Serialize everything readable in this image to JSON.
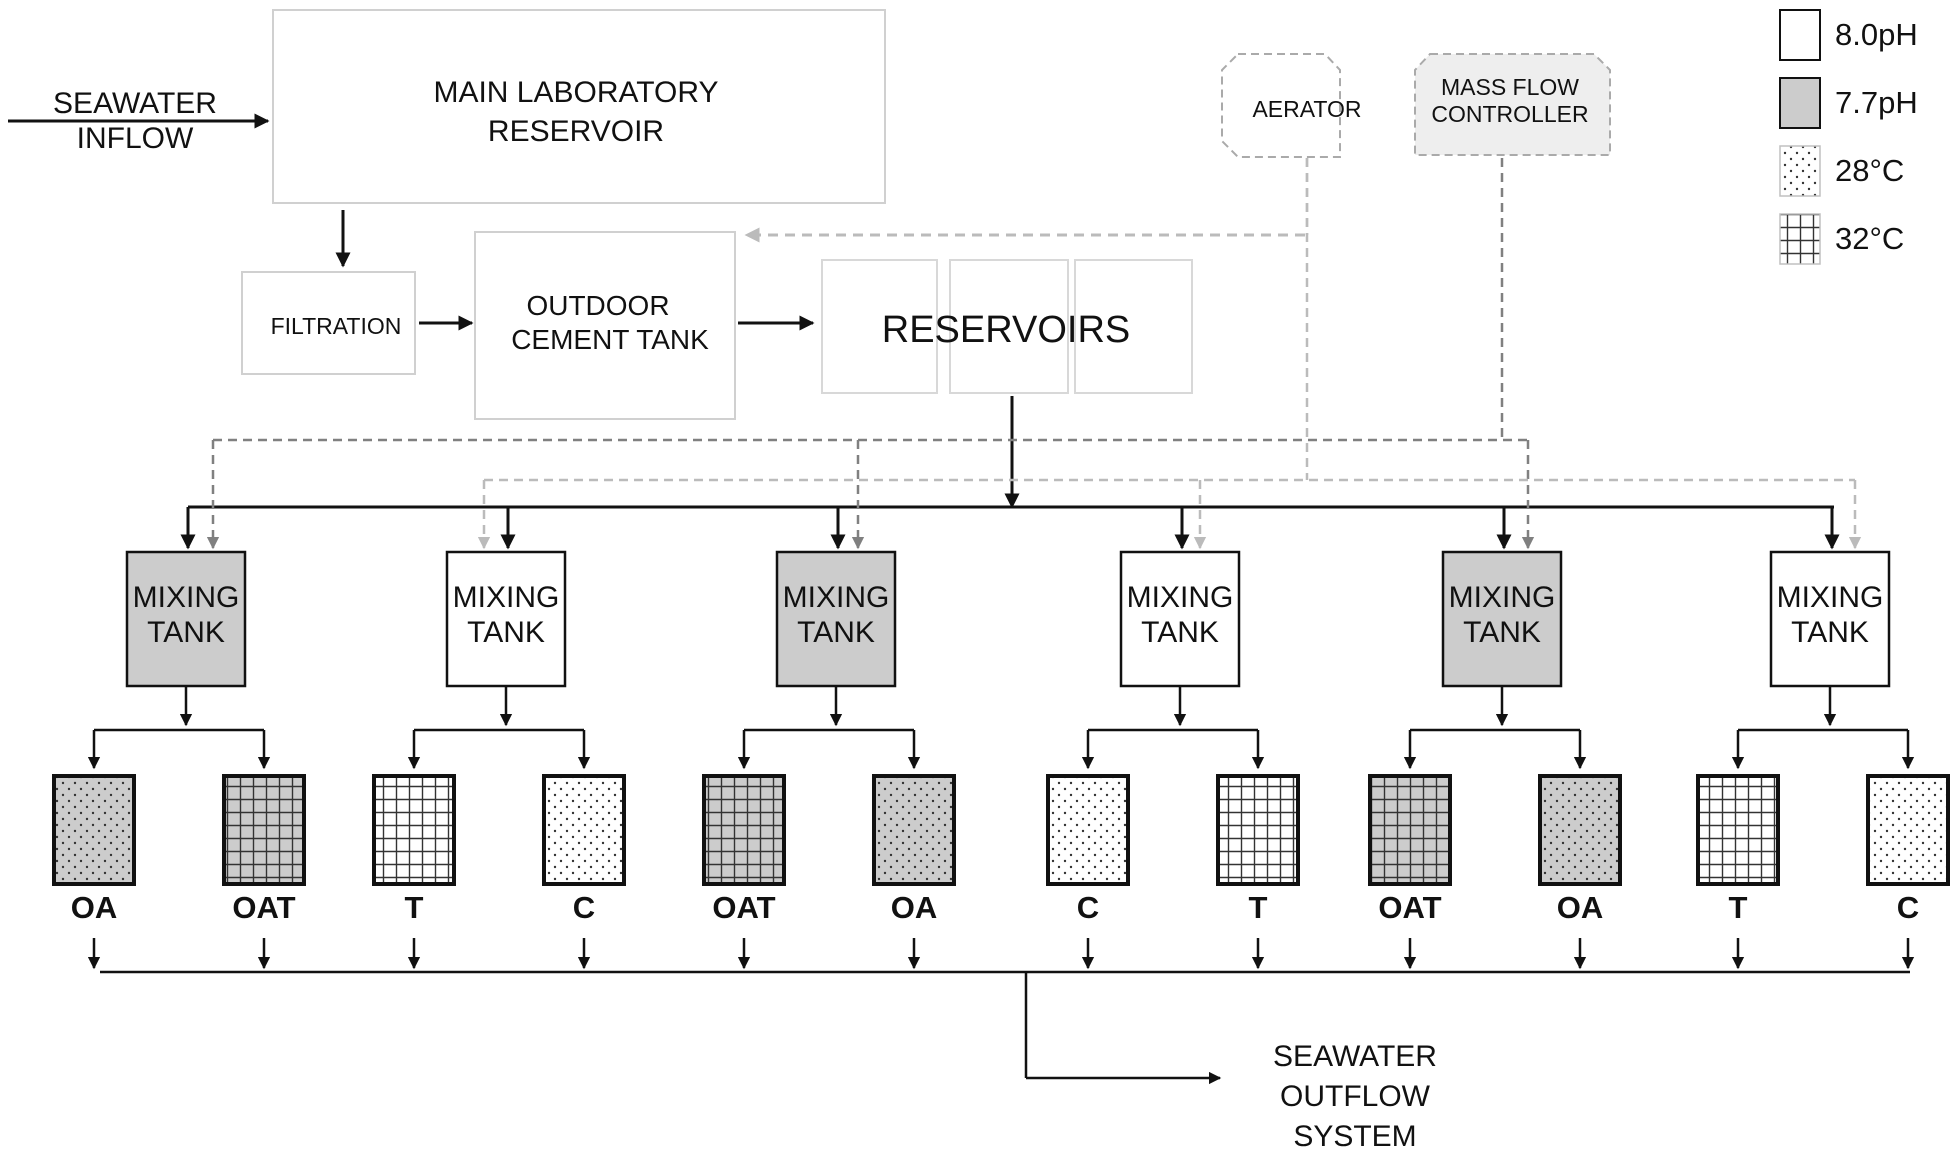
{
  "labels": {
    "seawater_inflow": [
      "SEAWATER",
      "INFLOW"
    ],
    "main_reservoir": [
      "MAIN LABORATORY",
      "RESERVOIR"
    ],
    "filtration": "FILTRATION",
    "cement_tank": [
      "OUTDOOR",
      "CEMENT TANK"
    ],
    "reservoirs": "RESERVOIRS",
    "aerator": "AERATOR",
    "mass_flow": [
      "MASS FLOW",
      "CONTROLLER"
    ],
    "outflow": [
      "SEAWATER",
      "OUTFLOW",
      "SYSTEM"
    ]
  },
  "mixing_tanks": [
    {
      "label": [
        "MIXING",
        "TANK"
      ],
      "ph": "7.7pH",
      "fill": "#cccccc"
    },
    {
      "label": [
        "MIXING",
        "TANK"
      ],
      "ph": "8.0pH",
      "fill": "#ffffff"
    },
    {
      "label": [
        "MIXING",
        "TANK"
      ],
      "ph": "7.7pH",
      "fill": "#cccccc"
    },
    {
      "label": [
        "MIXING",
        "TANK"
      ],
      "ph": "8.0pH",
      "fill": "#ffffff"
    },
    {
      "label": [
        "MIXING",
        "TANK"
      ],
      "ph": "7.7pH",
      "fill": "#cccccc"
    },
    {
      "label": [
        "MIXING",
        "TANK"
      ],
      "ph": "8.0pH",
      "fill": "#ffffff"
    }
  ],
  "treatments": [
    {
      "code": "OA",
      "ph": "7.7pH",
      "temp": "28°C"
    },
    {
      "code": "OAT",
      "ph": "7.7pH",
      "temp": "32°C"
    },
    {
      "code": "T",
      "ph": "8.0pH",
      "temp": "32°C"
    },
    {
      "code": "C",
      "ph": "8.0pH",
      "temp": "28°C"
    },
    {
      "code": "OAT",
      "ph": "7.7pH",
      "temp": "32°C"
    },
    {
      "code": "OA",
      "ph": "7.7pH",
      "temp": "28°C"
    },
    {
      "code": "C",
      "ph": "8.0pH",
      "temp": "28°C"
    },
    {
      "code": "T",
      "ph": "8.0pH",
      "temp": "32°C"
    },
    {
      "code": "OAT",
      "ph": "7.7pH",
      "temp": "32°C"
    },
    {
      "code": "OA",
      "ph": "7.7pH",
      "temp": "28°C"
    },
    {
      "code": "T",
      "ph": "8.0pH",
      "temp": "32°C"
    },
    {
      "code": "C",
      "ph": "8.0pH",
      "temp": "28°C"
    }
  ],
  "legend": [
    {
      "label": "8.0pH",
      "pattern": "ph80"
    },
    {
      "label": "7.7pH",
      "pattern": "ph77"
    },
    {
      "label": "28°C",
      "pattern": "dots"
    },
    {
      "label": "32°C",
      "pattern": "grid"
    }
  ],
  "colors": {
    "line": "#111111",
    "dashed_dark": "#808080",
    "dashed_light": "#bbbbbb",
    "acidified": "#cccccc",
    "ambient": "#ffffff",
    "box_border": "#d0d0d0"
  }
}
